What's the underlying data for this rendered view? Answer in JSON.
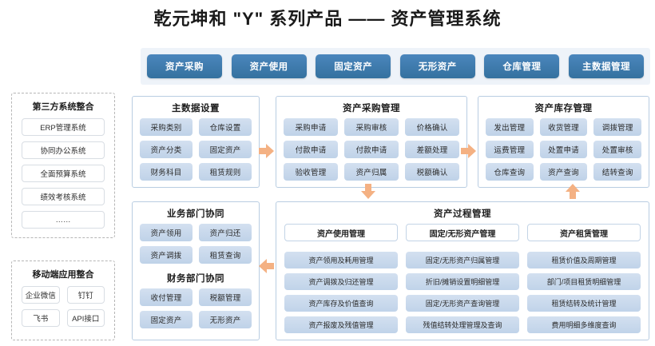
{
  "title": "乾元坤和 \"Y\" 系列产品 —— 资产管理系统",
  "topbar": {
    "buttons": [
      "资产采购",
      "资产使用",
      "固定资产",
      "无形资产",
      "仓库管理",
      "主数据管理"
    ]
  },
  "third_party": {
    "title": "第三方系统整合",
    "items": [
      "ERP管理系统",
      "协同办公系统",
      "全面预算系统",
      "绩效考核系统",
      "……"
    ]
  },
  "mobile": {
    "title": "移动端应用整合",
    "items": [
      "企业微信",
      "钉钉",
      "飞书",
      "API接口"
    ]
  },
  "master_data": {
    "title": "主数据设置",
    "items": [
      "采购类别",
      "仓库设置",
      "资产分类",
      "固定资产",
      "财务科目",
      "租赁规则"
    ]
  },
  "procurement": {
    "title": "资产采购管理",
    "items": [
      "采购申请",
      "采购审核",
      "价格确认",
      "付款申请",
      "付款申请",
      "差额处理",
      "验收管理",
      "资产归属",
      "税额确认"
    ]
  },
  "inventory": {
    "title": "资产库存管理",
    "items": [
      "发出管理",
      "收货管理",
      "调拨管理",
      "运费管理",
      "处置申请",
      "处置审核",
      "仓库查询",
      "资产查询",
      "结转查询"
    ]
  },
  "business_dept": {
    "title": "业务部门协同",
    "items": [
      "资产领用",
      "资产归还",
      "资产调拨",
      "租赁查询"
    ]
  },
  "finance_dept": {
    "title": "财务部门协同",
    "items": [
      "收付管理",
      "税额管理",
      "固定资产",
      "无形资产"
    ]
  },
  "process": {
    "title": "资产过程管理",
    "columns": [
      {
        "head": "资产使用管理",
        "items": [
          "资产领用及耗用管理",
          "资产调拨及归还管理",
          "资产库存及价值查询",
          "资产报废及残值管理"
        ]
      },
      {
        "head": "固定/无形资产管理",
        "items": [
          "固定/无形资产归属管理",
          "折旧/摊销设置明细管理",
          "固定/无形资产查询管理",
          "残值结转处理管理及查询"
        ]
      },
      {
        "head": "资产租赁管理",
        "items": [
          "租赁价值及周期管理",
          "部门/项目租赁明细管理",
          "租赁结转及统计管理",
          "费用明细多维度查询"
        ]
      }
    ]
  },
  "colors": {
    "button_blue": "#3c7cb8",
    "tile_blue": "#c8d8ec",
    "panel_border": "#b9cde2",
    "arrow_orange": "#f4b183",
    "topbar_bg": "#eef3f9"
  }
}
